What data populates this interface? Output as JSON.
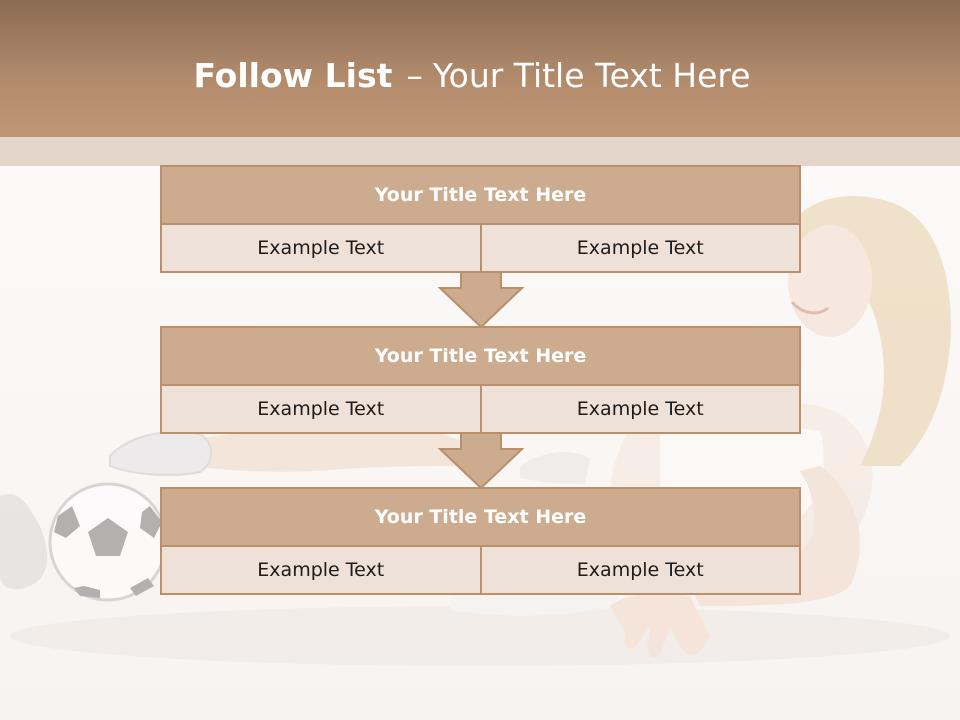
{
  "slide": {
    "title_bold": "Follow List",
    "title_dash": "–",
    "title_rest": "Your Title Text Here"
  },
  "steps": [
    {
      "title": "Your Title Text Here",
      "left": "Example Text",
      "right": "Example Text"
    },
    {
      "title": "Your Title Text Here",
      "left": "Example Text",
      "right": "Example Text"
    },
    {
      "title": "Your Title Text Here",
      "left": "Example Text",
      "right": "Example Text"
    }
  ],
  "colors": {
    "header": "#b38c6d",
    "box_head": "#ccab8f",
    "box_border": "#b98f6c",
    "cell": "#eee1d8"
  }
}
